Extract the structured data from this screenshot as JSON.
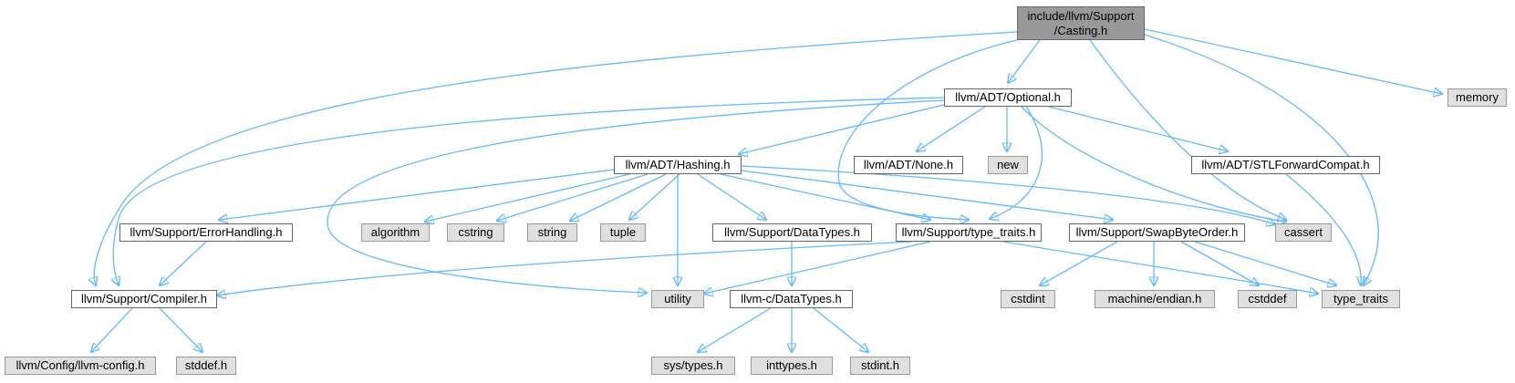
{
  "graph": {
    "root": {
      "line1": "include/llvm/Support",
      "line2": "/Casting.h"
    },
    "nodes": {
      "optional": "llvm/ADT/Optional.h",
      "memory": "memory",
      "hashing": "llvm/ADT/Hashing.h",
      "none": "llvm/ADT/None.h",
      "new": "new",
      "stlforward": "llvm/ADT/STLForwardCompat.h",
      "errorhandling": "llvm/Support/ErrorHandling.h",
      "algorithm": "algorithm",
      "cstring": "cstring",
      "string": "string",
      "tuple": "tuple",
      "datatypes_support": "llvm/Support/DataTypes.h",
      "typetraits_h": "llvm/Support/type_traits.h",
      "swapbyteorder": "llvm/Support/SwapByteOrder.h",
      "cassert": "cassert",
      "compiler": "llvm/Support/Compiler.h",
      "utility": "utility",
      "c_datatypes": "llvm-c/DataTypes.h",
      "cstdint": "cstdint",
      "machine_endian": "machine/endian.h",
      "cstddef": "cstddef",
      "type_traits": "type_traits",
      "llvm_config": "llvm/Config/llvm-config.h",
      "stddef": "stddef.h",
      "sys_types": "sys/types.h",
      "inttypes": "inttypes.h",
      "stdint": "stdint.h"
    },
    "colors": {
      "edge": "#63b8ff",
      "root_fill": "#999999",
      "system_fill": "#e0e0e0",
      "local_fill": "#ffffff"
    }
  }
}
